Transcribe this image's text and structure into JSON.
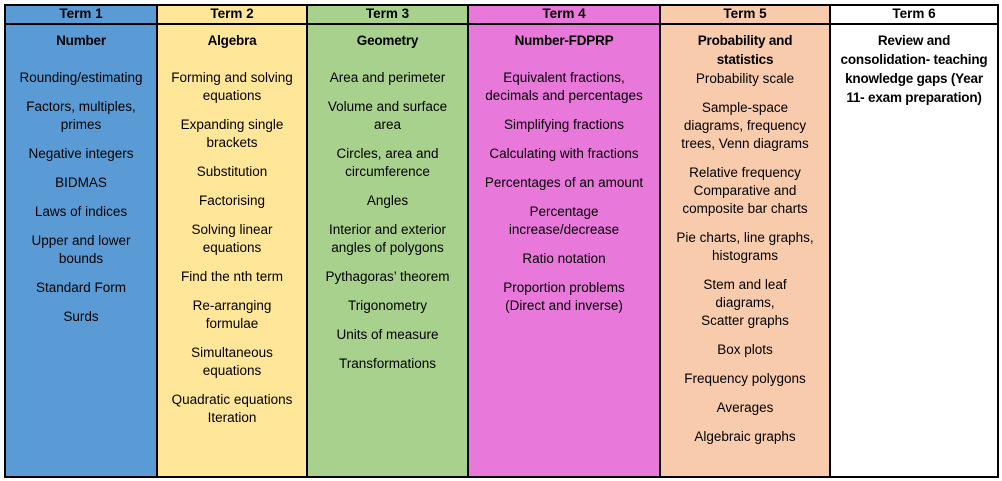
{
  "page": {
    "background_color": "#FFFFFF",
    "border_color": "#000000",
    "text_color": "#000000"
  },
  "columns": [
    {
      "header": "Term 1",
      "subject": "Number",
      "color": "#5B9BD5",
      "topics": [
        "Rounding/estimating",
        "Factors, multiples,\nprimes",
        "Negative integers",
        "BIDMAS",
        "Laws of indices",
        "Upper and lower\nbounds",
        "Standard Form",
        "Surds"
      ]
    },
    {
      "header": "Term 2",
      "subject": "Algebra",
      "color": "#FFE699",
      "topics": [
        "Forming and solving\nequations",
        "Expanding single\nbrackets",
        "Substitution",
        "Factorising",
        "Solving linear\nequations",
        "Find the nth term",
        "Re-arranging\nformulae",
        "Simultaneous\nequations",
        "Quadratic equations\nIteration"
      ]
    },
    {
      "header": "Term 3",
      "subject": "Geometry",
      "color": "#A9D18E",
      "topics": [
        "Area and perimeter",
        "Volume and surface\narea",
        "Circles, area and\ncircumference",
        "Angles",
        "Interior and exterior\nangles of polygons",
        "Pythagoras’ theorem",
        "Trigonometry",
        "Units of measure",
        "Transformations"
      ]
    },
    {
      "header": "Term 4",
      "subject": "Number-FDPRP",
      "color": "#E878D9",
      "topics": [
        "Equivalent fractions,\ndecimals and percentages",
        "Simplifying fractions",
        "Calculating with fractions",
        "Percentages of an amount",
        "Percentage\nincrease/decrease",
        "Ratio notation",
        "Proportion problems\n(Direct and inverse)"
      ]
    },
    {
      "header": "Term 5",
      "subject": "Probability and\nstatistics",
      "color": "#F8CBAD",
      "tight_heading": true,
      "topics": [
        "Probability scale",
        "Sample-space\ndiagrams, frequency\ntrees, Venn diagrams",
        "Relative frequency\nComparative and\ncomposite bar charts",
        "Pie charts, line graphs,\nhistograms",
        "Stem and leaf\ndiagrams,\nScatter graphs",
        "Box plots",
        "Frequency polygons",
        "Averages",
        "Algebraic graphs"
      ]
    },
    {
      "header": "Term 6",
      "subject": "Review and\nconsolidation- teaching\nknowledge gaps (Year\n11- exam preparation)",
      "color": "#FFFFFF",
      "topics": []
    }
  ]
}
